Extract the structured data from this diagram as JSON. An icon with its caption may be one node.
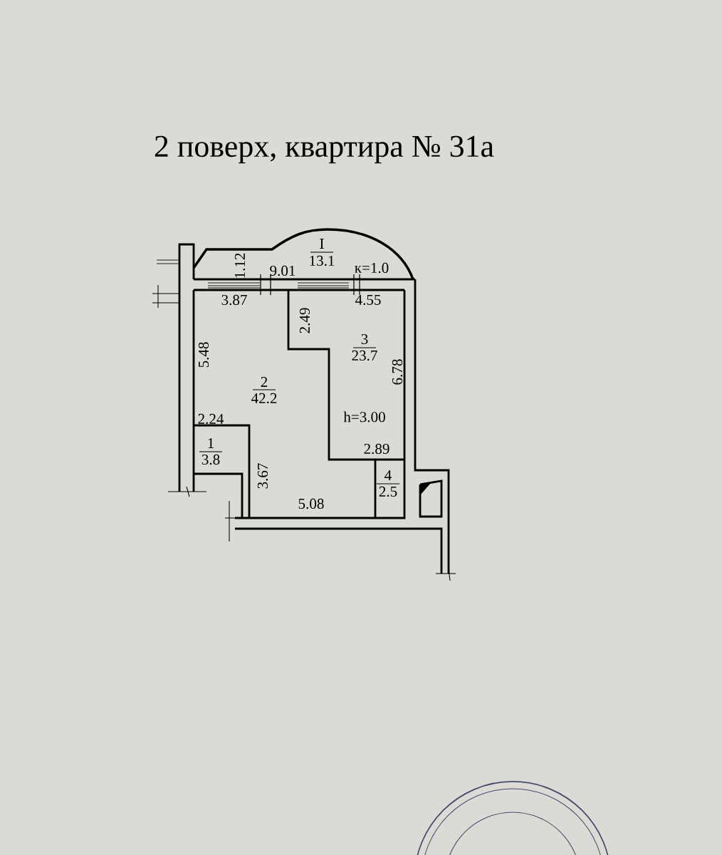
{
  "diagram": {
    "title": "2  поверх, квартира № 31а",
    "labels": [
      "I",
      "13.1",
      "1.12",
      "9.01",
      "к=1.0",
      "3.87",
      "4.55",
      "2.49",
      "3",
      "23.7",
      "5.48",
      "6.78",
      "2",
      "42.2",
      "2.24",
      "h=3.00",
      "1",
      "3.8",
      "2.89",
      "4",
      "2.5",
      "3.67",
      "5.08"
    ]
  }
}
